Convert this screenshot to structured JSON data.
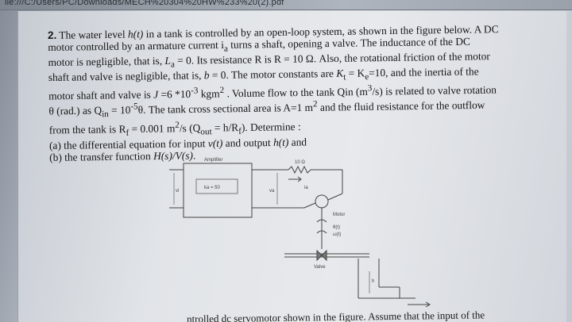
{
  "browser": {
    "url": "ile:///C:/Users/PC/Downloads/MECH%20304%20HW%233%20(2).pdf"
  },
  "problem": {
    "lines": [
      [
        "2.",
        " The water level ",
        "h(t)",
        " in a tank is controlled by an open-loop system, as shown in the figure below. A DC"
      ],
      [
        "motor controlled by an armature current i",
        "a",
        " turns a shaft, opening a valve. The inductance of the DC"
      ],
      [
        "motor is negligible, that is, ",
        "L",
        "a",
        " = 0. Its resistance R is R = 10 Ω. Also, the rotational friction of the motor"
      ],
      [
        "shaft and valve is negligible, that is, ",
        "b",
        " = 0.  The motor constants are ",
        "K",
        "t",
        " = K",
        "e",
        "=10, and the inertia of the"
      ],
      [
        "motor shaft and valve is ",
        "J",
        " =6 *10",
        "-3",
        " kgm",
        "2",
        " .  Volume flow to the tank Qin (m",
        "3",
        "/s) is related to valve rotation"
      ],
      [
        "θ (rad.) as Q",
        "in",
        " = 10",
        "-5",
        "θ.  The tank cross sectional area is A=1 m",
        "2",
        "  and the fluid resistance for the outflow"
      ],
      [
        "from the tank is R",
        "f",
        " = 0.001 m",
        "2",
        "/s  (Q",
        "out",
        " = h/R",
        "f",
        ").  Determine :"
      ],
      [
        "(a) the differential equation for input ",
        "v(t)",
        " and output ",
        "h(t)",
        " and"
      ],
      [
        "(b) the transfer function ",
        "H(s)/V(s)",
        "."
      ]
    ]
  },
  "figure": {
    "amplifier_label": "Amplifier",
    "gain_label": "ka = 50",
    "input_label": "vi",
    "output_label": "va",
    "resistor_label": "10 Ω",
    "current_label": "ia",
    "motor_label": "Motor",
    "theta_label": "θ(t)",
    "omega_label": "ω(t)",
    "valve_label": "Valve",
    "water_label": "h"
  },
  "next_problem_fragment": "ntrolled dc servomotor shown in the figure. Assume that the input of the"
}
